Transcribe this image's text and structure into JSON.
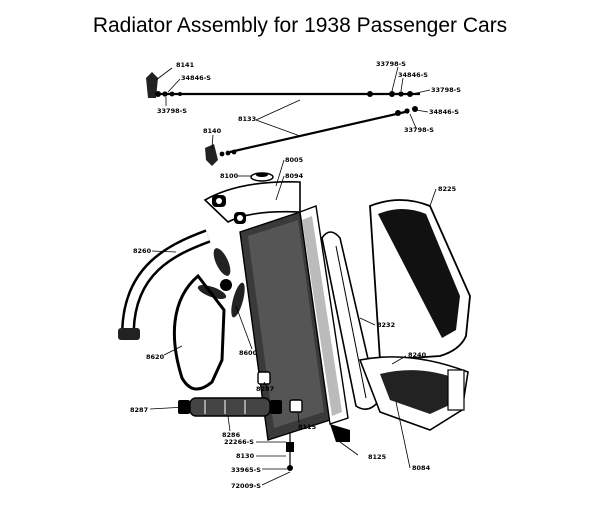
{
  "title": "Radiator Assembly for 1938 Passenger Cars",
  "labels": {
    "p8141": "8141",
    "p34846_a": "34846-S",
    "p33798_a": "33798-S",
    "p33798_b": "33798-S",
    "p34846_b": "34846-S",
    "p33798_c": "33798-S",
    "p34846_c": "34846-S",
    "p33798_d": "33798-S",
    "p8133": "8133",
    "p8140": "8140",
    "p8005": "8005",
    "p8100": "8100",
    "p8094": "8094",
    "p8225": "8225",
    "p8260": "8260",
    "p8232": "8232",
    "p8620": "8620",
    "p8600": "8600",
    "p8240": "8240",
    "p8287_a": "8287",
    "p8287_b": "8287",
    "p8286": "8286",
    "p8115": "8115",
    "p22266": "22266-S",
    "p8130": "8130",
    "p8125": "8125",
    "p8084": "8084",
    "p33965": "33965-S",
    "p72009": "72009-S"
  }
}
